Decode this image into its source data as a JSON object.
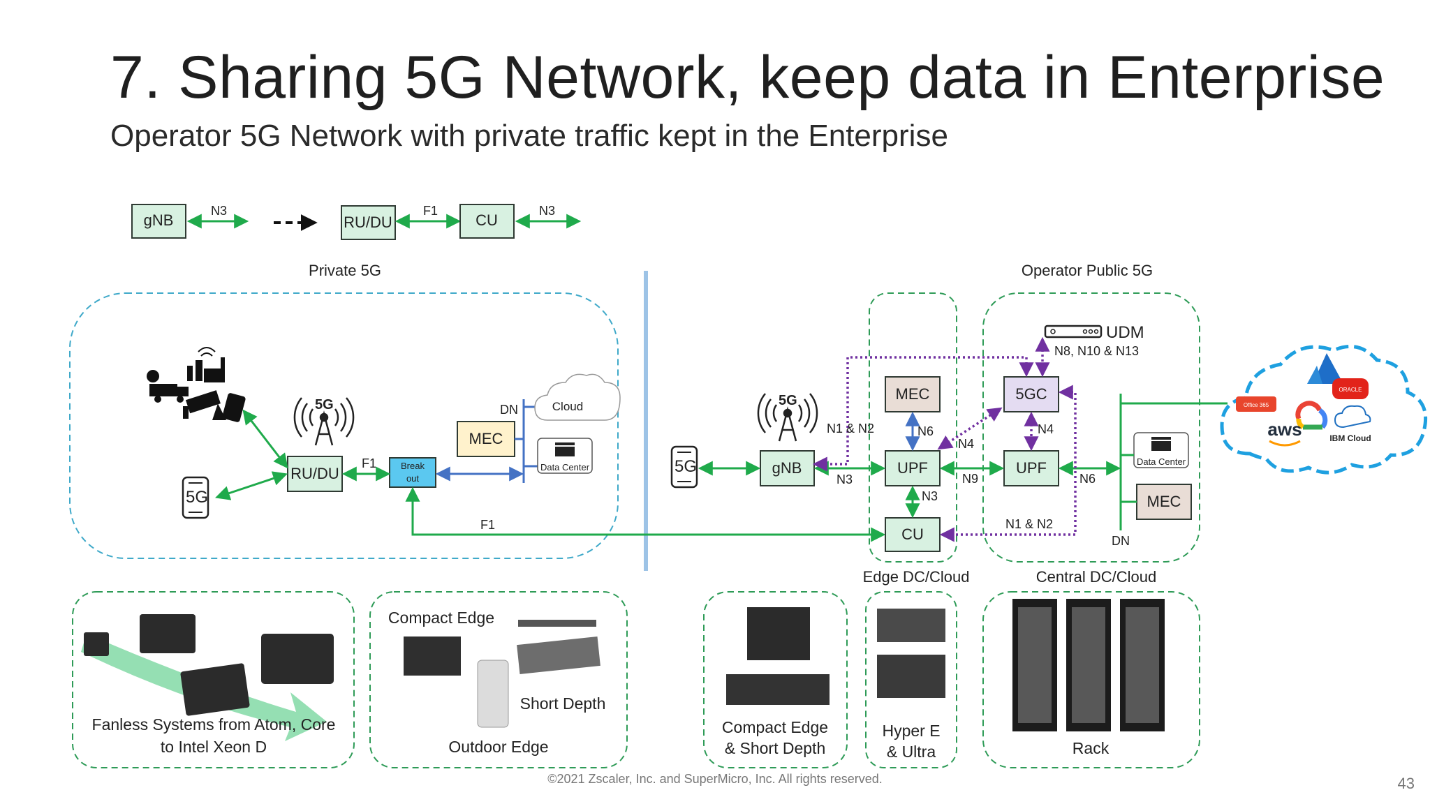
{
  "slide": {
    "title": "7. Sharing 5G Network, keep data in Enterprise",
    "subtitle": "Operator 5G Network with private traffic kept in the Enterprise",
    "footer": "©2021 Zscaler, Inc. and SuperMicro, Inc. All rights reserved.",
    "page_number": "43"
  },
  "legend": {
    "gnb": "gNB",
    "n3_a": "N3",
    "rudu": "RU/DU",
    "f1": "F1",
    "cu": "CU",
    "n3_b": "N3"
  },
  "sections": {
    "private": "Private 5G",
    "operator": "Operator Public 5G",
    "edge": "Edge DC/Cloud",
    "central": "Central DC/Cloud"
  },
  "private_net": {
    "rudu": "RU/DU",
    "breakout_line1": "Break",
    "breakout_line2": "out",
    "mec": "MEC",
    "dn": "DN",
    "cloud": "Cloud",
    "datacenter": "Data Center",
    "f1_a": "F1",
    "f1_b": "F1",
    "antenna_5g": "5G",
    "phone_5g": "5G"
  },
  "operator_net": {
    "phone_5g": "5G",
    "antenna_5g": "5G",
    "gnb": "gNB",
    "mec_edge": "MEC",
    "upf_edge": "UPF",
    "cu": "CU",
    "fivegc": "5GC",
    "upf_central": "UPF",
    "udm": "UDM",
    "mec_central": "MEC",
    "datacenter": "Data Center",
    "dn": "DN",
    "n1n2_a": "N1  & N2",
    "n3_a": "N3",
    "n6_a": "N6",
    "n3_b": "N3",
    "n4_a": "N4",
    "n9": "N9",
    "n4_b": "N4",
    "n8n10n13": "N8, N10 & N13",
    "n6_b": "N6",
    "n1n2_b": "N1  & N2"
  },
  "cloud_logos": {
    "office": "Office 365",
    "oracle": "ORACLE",
    "aws": "aws",
    "ibm": "IBM Cloud"
  },
  "hardware": {
    "fanless": "Fanless Systems from Atom, Core",
    "fanless_line2": "to Intel Xeon D",
    "compact_edge": "Compact Edge",
    "short_depth": "Short Depth",
    "outdoor_edge": "Outdoor Edge",
    "compact_edge2": "Compact Edge",
    "short_depth2": "& Short Depth",
    "hyper": "Hyper E",
    "ultra": "& Ultra",
    "rack": "Rack"
  },
  "colors": {
    "green_arrow": "#1faa4b",
    "blue_arrow": "#4472c4",
    "purple_dotted": "#7030a0",
    "dashed_border_blue": "#3fa9c9",
    "dashed_border_green": "#2e9b57",
    "box_fill": "#d8f1e1",
    "mec_fill": "#fff2cc",
    "breakout_fill": "#5bc8f0",
    "fivegc_fill": "#e4dcf2",
    "mec_op_fill": "#e9ddd6",
    "cloud_border": "#1ea0e0",
    "divider": "#9dc3e6"
  }
}
